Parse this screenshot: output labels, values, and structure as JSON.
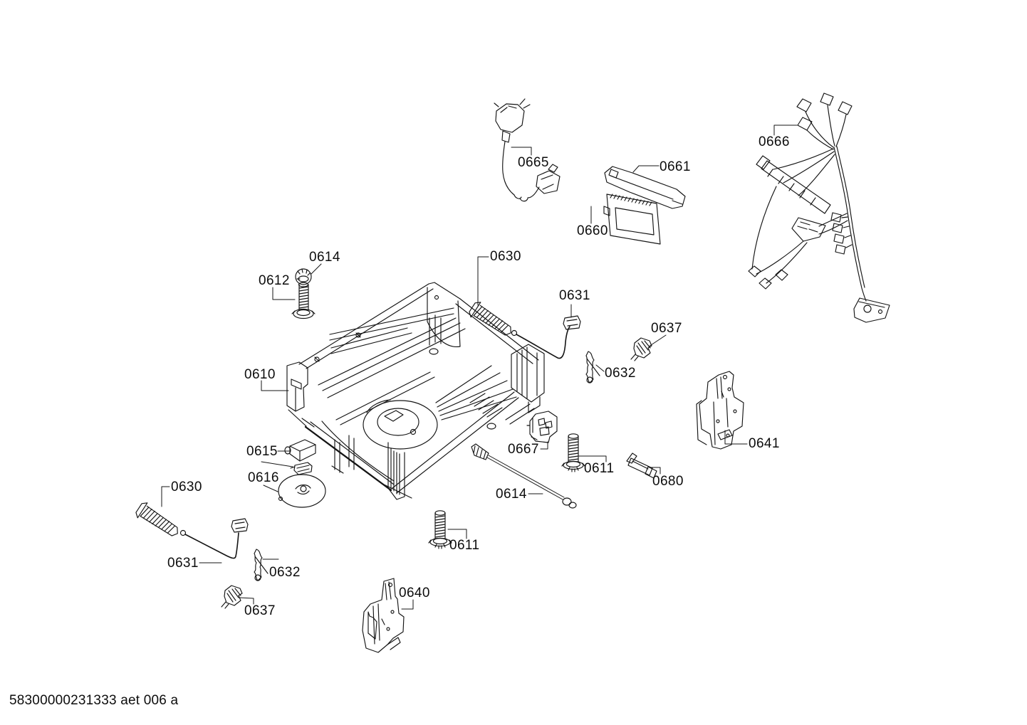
{
  "diagram": {
    "footer_code": "58300000231333 aet 006 a",
    "colors": {
      "line": "#141414",
      "background": "#ffffff"
    },
    "callouts": [
      {
        "part": "0665"
      },
      {
        "part": "0661"
      },
      {
        "part": "0660"
      },
      {
        "part": "0666"
      },
      {
        "part": "0614"
      },
      {
        "part": "0612"
      },
      {
        "part": "0630"
      },
      {
        "part": "0631"
      },
      {
        "part": "0637"
      },
      {
        "part": "0632"
      },
      {
        "part": "0610"
      },
      {
        "part": "0615"
      },
      {
        "part": "0616"
      },
      {
        "part": "0667"
      },
      {
        "part": "0611"
      },
      {
        "part": "0680"
      },
      {
        "part": "0641"
      },
      {
        "part": "0630"
      },
      {
        "part": "0614"
      },
      {
        "part": "0631"
      },
      {
        "part": "0632"
      },
      {
        "part": "0611"
      },
      {
        "part": "0637"
      },
      {
        "part": "0640"
      }
    ]
  }
}
